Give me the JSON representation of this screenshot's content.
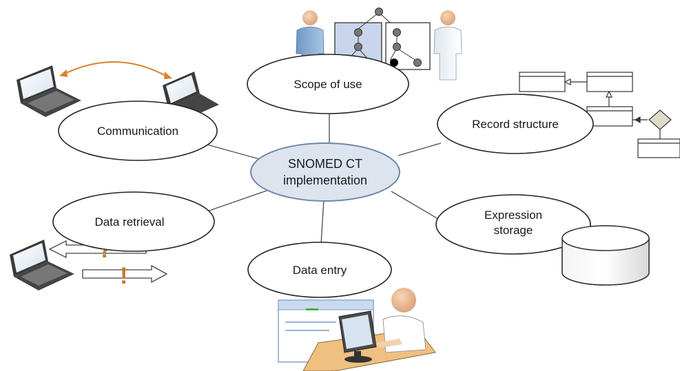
{
  "center": {
    "line1": "SNOMED CT",
    "line2": "implementation"
  },
  "nodes": {
    "scope_of_use": "Scope of use",
    "communication": "Communication",
    "record_structure": "Record structure",
    "data_retrieval": "Data retrieval",
    "expression_storage_line1": "Expression",
    "expression_storage_line2": "storage",
    "data_entry": "Data entry"
  },
  "glyphs": {
    "question": "?",
    "exclamation": "!"
  },
  "colors": {
    "center_fill": "#dde4ee",
    "accent_orange": "#d9822b",
    "tree_box_fill": "#c9d5ec",
    "diamond_fill": "#dcdcc8"
  }
}
